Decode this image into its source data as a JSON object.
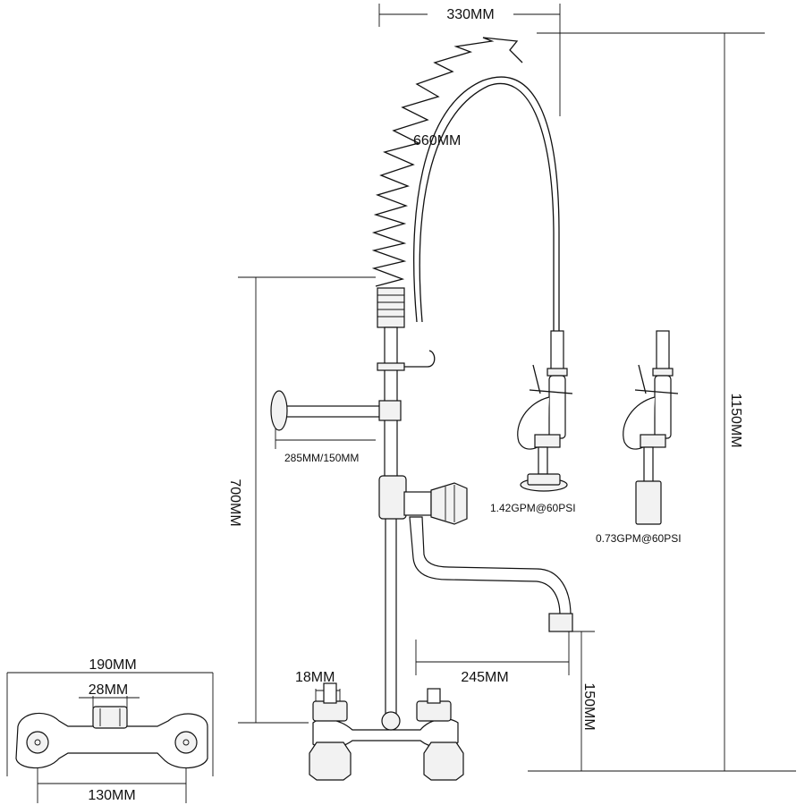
{
  "diagram": {
    "dimensions": {
      "top_width": "330MM",
      "hose_length": "660MM",
      "total_height": "1150MM",
      "column_height": "700MM",
      "arm_length": "285MM/150MM",
      "spout_reach": "245MM",
      "spout_height": "150MM",
      "inlet_size": "18MM",
      "front_width": "190MM",
      "front_mid": "28MM",
      "front_centers": "130MM"
    },
    "spray_heads": {
      "high_flow": "1.42GPM@60PSI",
      "low_flow": "0.73GPM@60PSI"
    }
  }
}
